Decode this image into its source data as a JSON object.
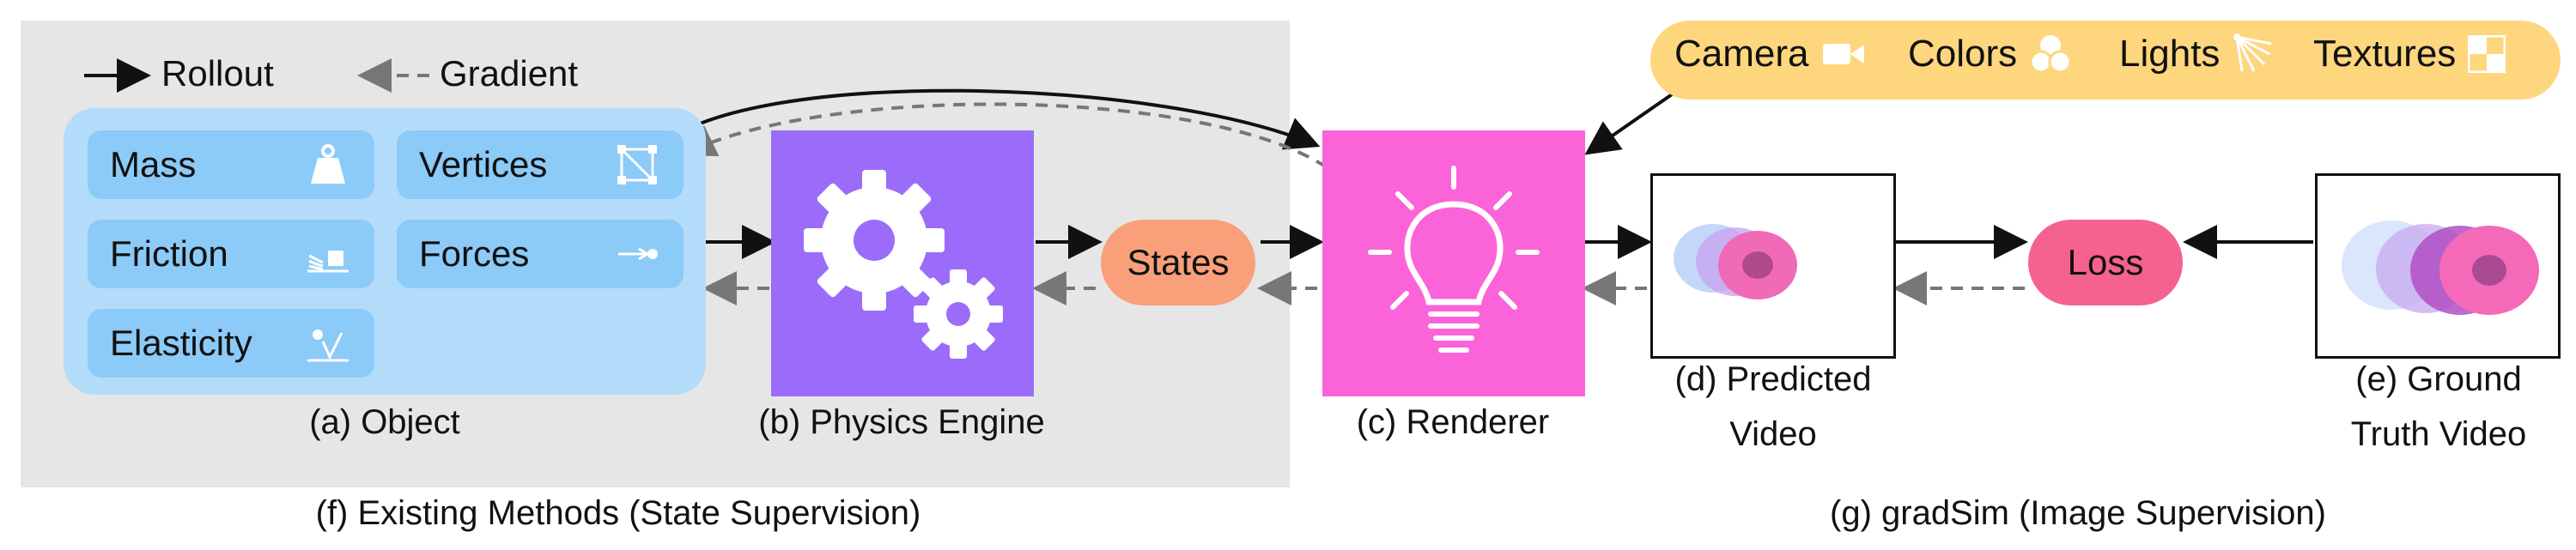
{
  "legend": {
    "rollout": "Rollout",
    "gradient": "Gradient"
  },
  "object": {
    "properties": [
      {
        "label": "Mass",
        "icon": "weight-icon"
      },
      {
        "label": "Vertices",
        "icon": "mesh-vertices-icon"
      },
      {
        "label": "Friction",
        "icon": "friction-icon"
      },
      {
        "label": "Forces",
        "icon": "force-arrow-icon"
      },
      {
        "label": "Elasticity",
        "icon": "bounce-icon"
      }
    ],
    "caption": "(a) Object"
  },
  "physics_engine": {
    "caption": "(b) Physics Engine",
    "icon": "gears-icon"
  },
  "states": {
    "label": "States"
  },
  "renderer": {
    "caption": "(c) Renderer",
    "icon": "light-bulb-icon"
  },
  "render_params": [
    {
      "label": "Camera",
      "icon": "camera-icon"
    },
    {
      "label": "Colors",
      "icon": "colors-icon"
    },
    {
      "label": "Lights",
      "icon": "lights-icon"
    },
    {
      "label": "Textures",
      "icon": "checker-texture-icon"
    }
  ],
  "predicted_video": {
    "caption_line1": "(d) Predicted",
    "caption_line2": "Video"
  },
  "loss": {
    "label": "Loss"
  },
  "ground_truth_video": {
    "caption_line1": "(e) Ground",
    "caption_line2": "Truth Video"
  },
  "bottom": {
    "existing": "(f) Existing Methods (State Supervision)",
    "gradsim": "(g) gradSim (Image Supervision)"
  },
  "colors": {
    "existing_bg": "#e6e6e6",
    "object_panel": "#b3dcfb",
    "property_chip": "#8ccaf7",
    "physics_engine": "#9b6cfa",
    "states_pill": "#f9a07a",
    "renderer": "#fb63d9",
    "render_params_pill": "#fdd67e",
    "loss_pill": "#f5628e"
  }
}
